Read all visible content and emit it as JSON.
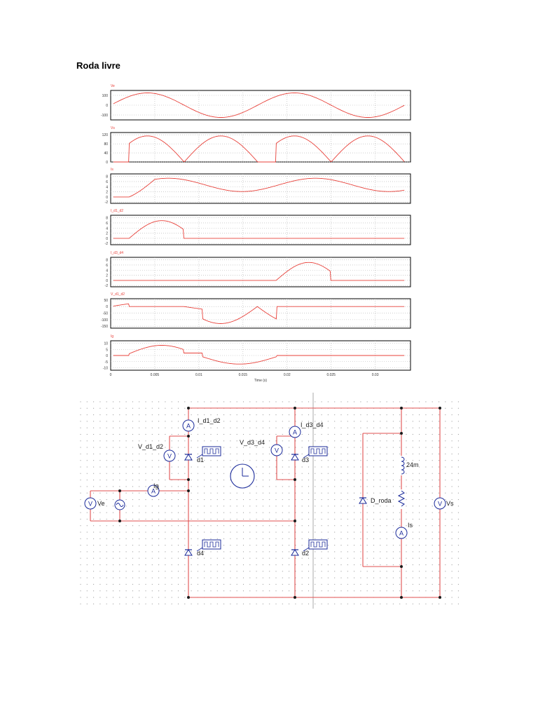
{
  "heading": "Roda livre",
  "colors": {
    "trace": "#e8413a",
    "wire": "#e05050",
    "comp": "#1a2a9a",
    "grid": "#b0b0b0"
  },
  "chart_data": [
    {
      "type": "line",
      "title": "Ve",
      "ylim": [
        -150,
        150
      ],
      "yticks": [
        "100",
        "0",
        "-100"
      ],
      "ytick_vals": [
        100,
        0,
        -100
      ],
      "kind": "ve"
    },
    {
      "type": "line",
      "title": "Vs",
      "ylim": [
        0,
        130
      ],
      "yticks": [
        "120",
        "80",
        "40",
        "0"
      ],
      "ytick_vals": [
        120,
        80,
        40,
        0
      ],
      "kind": "vs"
    },
    {
      "type": "line",
      "title": "Is",
      "ylim": [
        -2.5,
        9
      ],
      "yticks": [
        "8",
        "6",
        "4",
        "2",
        "0",
        "-2"
      ],
      "ytick_vals": [
        8,
        6,
        4,
        2,
        0,
        -2
      ],
      "kind": "is"
    },
    {
      "type": "line",
      "title": "I_d1_d2",
      "ylim": [
        -2.5,
        9
      ],
      "yticks": [
        "8",
        "6",
        "4",
        "2",
        "0",
        "-2"
      ],
      "ytick_vals": [
        8,
        6,
        4,
        2,
        0,
        -2
      ],
      "kind": "id12"
    },
    {
      "type": "line",
      "title": "I_d3_d4",
      "ylim": [
        -2.5,
        9
      ],
      "yticks": [
        "8",
        "6",
        "4",
        "2",
        "0",
        "-2"
      ],
      "ytick_vals": [
        8,
        6,
        4,
        2,
        0,
        -2
      ],
      "kind": "id34"
    },
    {
      "type": "line",
      "title": "V_d1_d2",
      "ylim": [
        -165,
        60
      ],
      "yticks": [
        "50",
        "0",
        "-50",
        "-100",
        "-150"
      ],
      "ytick_vals": [
        50,
        0,
        -50,
        -100,
        -150
      ],
      "kind": "vd12"
    },
    {
      "type": "line",
      "title": "Ig",
      "ylim": [
        -12,
        12
      ],
      "yticks": [
        "10",
        "5",
        "0",
        "-5",
        "-10"
      ],
      "ytick_vals": [
        10,
        5,
        0,
        -5,
        -10
      ],
      "kind": "ig"
    }
  ],
  "time_axis": {
    "label": "Time (s)",
    "xlim": [
      0,
      0.034
    ],
    "ticks": [
      "0",
      "0.005",
      "0.01",
      "0.015",
      "0.02",
      "0.025",
      "0.03"
    ],
    "tick_vals": [
      0,
      0.005,
      0.01,
      0.015,
      0.02,
      0.025,
      0.03
    ]
  },
  "circuit": {
    "labels": {
      "i_d1_d2": "I_d1_d2",
      "v_d1_d2": "V_d1_d2",
      "d1": "d1",
      "v_d3_d4": "V_d3_d4",
      "i_d3_d4": "I_d3_d4",
      "d3": "d3",
      "ve": "Ve",
      "ig": "Ig",
      "d4": "d4",
      "d2": "d2",
      "d_roda": "D_roda",
      "r": "24m",
      "is": "Is",
      "vs": "Vs"
    },
    "meter_letters": {
      "ammeter": "A",
      "voltmeter": "V"
    }
  }
}
